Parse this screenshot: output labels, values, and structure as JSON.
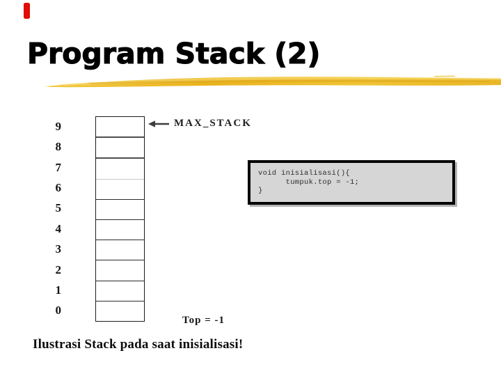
{
  "slide": {
    "title": "Program Stack (2)",
    "caption": "Ilustrasi Stack pada saat inisialisasi!"
  },
  "diagram": {
    "index_labels": [
      "9",
      "8",
      "7",
      "6",
      "5",
      "4",
      "3",
      "2",
      "1",
      "0"
    ],
    "max_stack_label": "MAX_STACK",
    "top_label": "Top = -1",
    "cell_count": 10,
    "cells_content": [
      "",
      "",
      "",
      "",
      "",
      "",
      "",
      "",
      "",
      ""
    ]
  },
  "code_box": {
    "line1": "void inisialisasi(){",
    "line2": "      tumpuk.top = -1;",
    "line3": "}"
  },
  "decor": {
    "accent_bar_color": "#e00c05",
    "swoosh_gold": "#eebc2a",
    "swoosh_light": "#f8df77",
    "code_box_bg": "#d6d6d6",
    "arrow_color": "#3d3d3d"
  }
}
